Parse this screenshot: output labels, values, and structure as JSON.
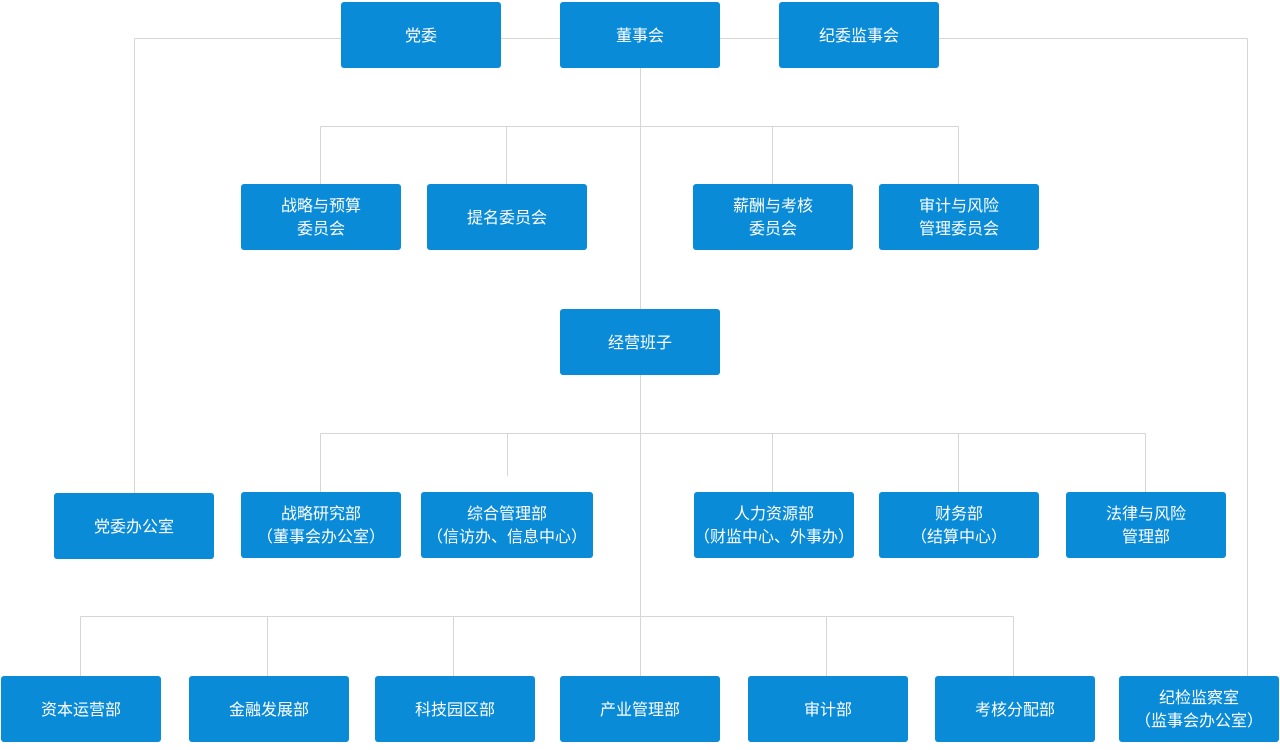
{
  "top": {
    "party_committee": "党委",
    "board": "董事会",
    "discipline_supervisory": "纪委监事会"
  },
  "committees": {
    "strategy_budget": [
      "战略与预算",
      "委员会"
    ],
    "nomination": "提名委员会",
    "compensation": [
      "薪酬与考核",
      "委员会"
    ],
    "audit_risk": [
      "审计与风险",
      "管理委员会"
    ]
  },
  "management": "经营班子",
  "departments_row1": {
    "party_office": "党委办公室",
    "strategy_research": [
      "战略研究部",
      "（董事会办公室）"
    ],
    "general_management": [
      "综合管理部",
      "（信访办、信息中心）"
    ],
    "hr": [
      "人力资源部",
      "（财监中心、外事办）"
    ],
    "finance": [
      "财务部",
      "（结算中心）"
    ],
    "legal_risk": [
      "法律与风险",
      "管理部"
    ]
  },
  "departments_row2": {
    "capital_ops": "资本运营部",
    "finance_dev": "金融发展部",
    "tech_park": "科技园区部",
    "industry_mgmt": "产业管理部",
    "audit_dept": "审计部",
    "assessment": "考核分配部",
    "discipline_office": [
      "纪检监察室",
      "（监事会办公室）"
    ]
  },
  "colors": {
    "node_fill": "#0a8bd7",
    "node_text": "#ffffff",
    "connector": "#d6d6d6"
  }
}
